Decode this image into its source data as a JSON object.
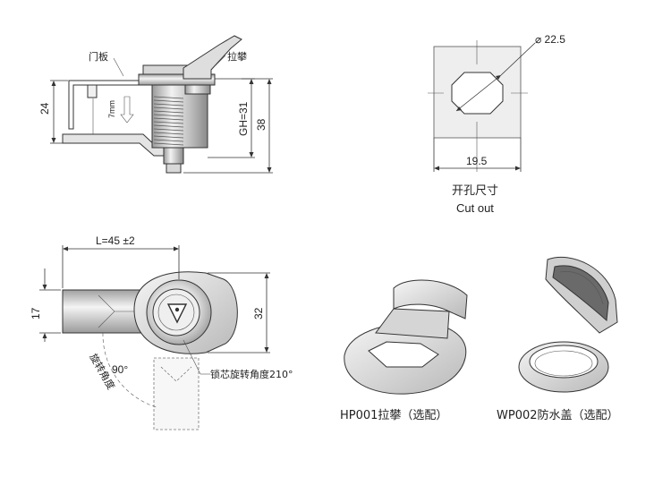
{
  "top_view": {
    "door_panel_label": "门板",
    "handle_label": "拉攀",
    "travel_label": "7mm",
    "dim_24": "24",
    "dim_gh": "GH=31",
    "dim_38": "38"
  },
  "cutout": {
    "diameter_label": "⌀ 22.5",
    "width_label": "19.5",
    "title_cn": "开孔尺寸",
    "title_en": "Cut out"
  },
  "front_view": {
    "length_label": "L=45 ±2",
    "dim_17": "17",
    "dim_32": "32",
    "swing_label": "90°",
    "swing_caption": "旋转角度",
    "core_rotation_label": "锁芯旋转角度210°"
  },
  "accessories": {
    "hp001_label": "HP001拉攀（选配）",
    "wp002_label": "WP002防水盖（选配）"
  },
  "colors": {
    "line": "#333333",
    "metal_light": "#e6e6e6",
    "metal_mid": "#c8c8c8",
    "metal_dark": "#8a8a8a",
    "cutout_fill": "#eeeeee"
  }
}
